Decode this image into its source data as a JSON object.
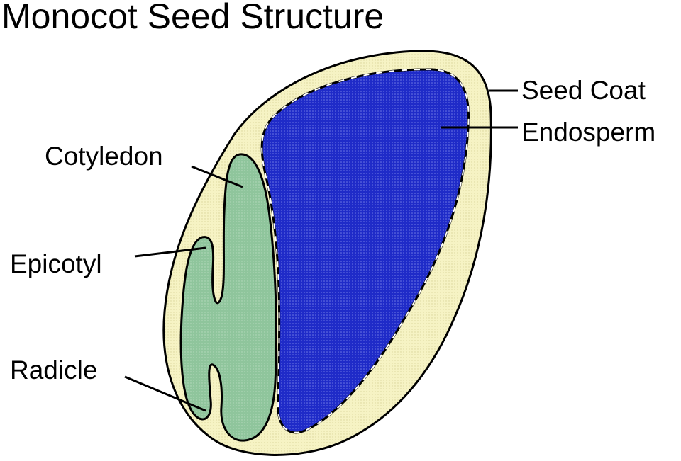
{
  "diagram": {
    "title": "Monocot Seed Structure",
    "labels": {
      "seed_coat": "Seed Coat",
      "endosperm": "Endosperm",
      "cotyledon": "Cotyledon",
      "epicotyl": "Epicotyl",
      "radicle": "Radicle"
    },
    "colors": {
      "seed_coat": "#f6f3c4",
      "endosperm": "#1f2bc8",
      "embryo": "#8fc59c",
      "outline": "#000000"
    }
  }
}
